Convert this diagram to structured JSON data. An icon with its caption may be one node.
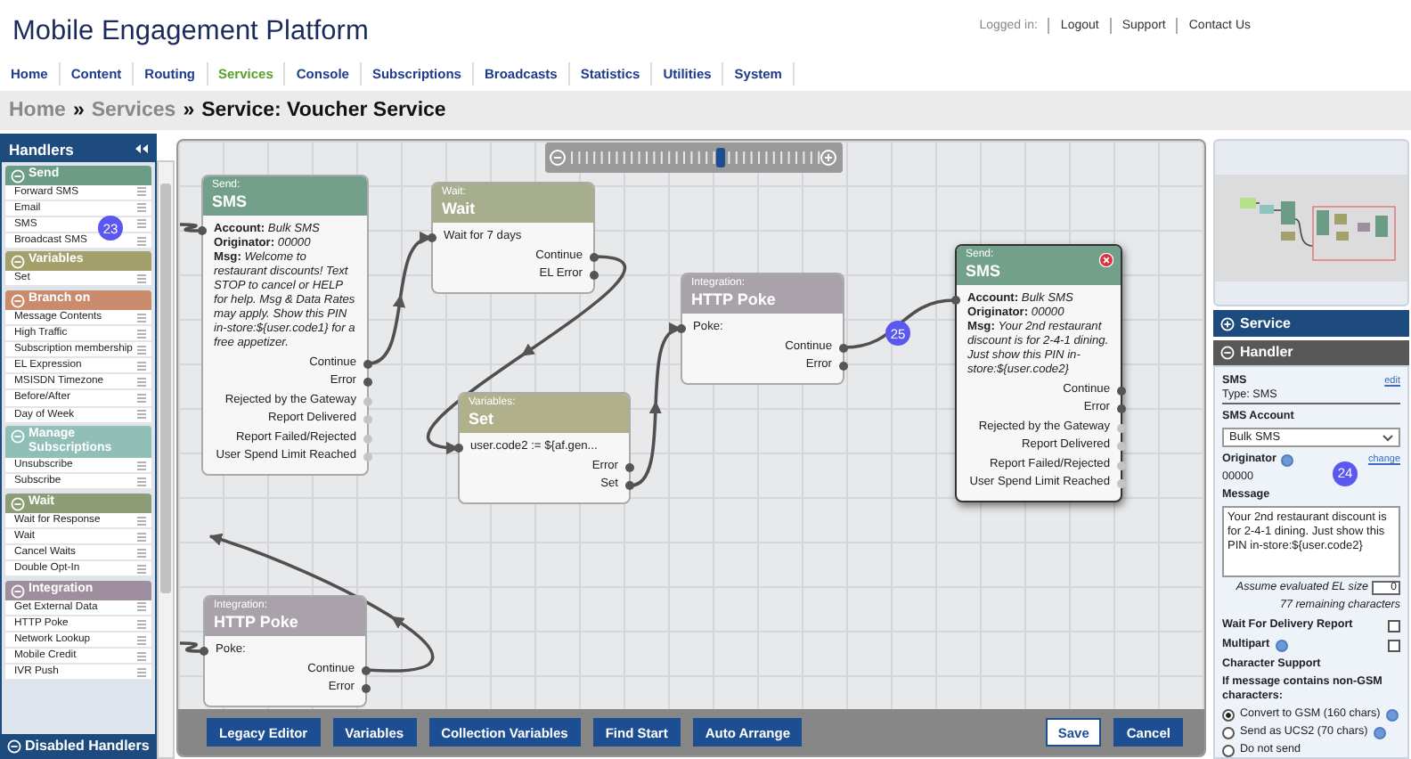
{
  "diagram": {
    "title": "Mobile Engagement Platform",
    "nodes": [
      {
        "text": [
          "Send:",
          "SMS",
          "**Account:** *Bulk SMS*",
          "**Originator:** *00000*",
          "**Msg:** *Welcome to restaurant discounts! Text STOP to cancel or HELP for help. Msg & Data Rates may apply. Show this PIN in-store:${user.code1} for a free appetizer.*",
          "Continue",
          "Error",
          "Rejected by the Gateway",
          "Report Delivered",
          "Report Failed/Rejected",
          "User Spend Limit Reached"
        ]
      },
      {
        "text": [
          "Wait:",
          "Wait",
          "Wait for 7 days",
          "Continue",
          "EL Error"
        ]
      },
      {
        "text": [
          "Variables:",
          "Set",
          "user.code2 := ${af.gen...",
          "Error",
          "Set"
        ]
      },
      {
        "text": [
          "Integration:",
          "HTTP Poke",
          "Poke:",
          "Continue",
          "Error"
        ]
      },
      {
        "text": [
          "Send:",
          "SMS",
          "**Account:** *Bulk SMS*",
          "**Originator:** *00000*",
          "**Msg:** *Your 2nd restaurant discount is for 2-4-1 dining. Just show this PIN in-store:${user.code2}*",
          "Continue",
          "Error",
          "Rejected by the Gateway",
          "Report Delivered",
          "Report Failed/Rejected",
          "User Spend Limit Reached"
        ]
      },
      {
        "text": [
          "Integration:",
          "HTTP Poke",
          "Poke:",
          "Continue",
          "Error"
        ]
      }
    ],
    "edges": [
      {
        "from": null,
        "to": 0,
        "arrow": "none"
      },
      {
        "from": 0,
        "to": 1,
        "arrow": "to"
      },
      {
        "from": 1,
        "to": 2,
        "arrow": "to"
      },
      {
        "from": 2,
        "to": 3,
        "arrow": "to"
      },
      {
        "from": 3,
        "to": 4,
        "arrow": "none"
      },
      {
        "from": null,
        "to": 5,
        "arrow": "none"
      },
      {
        "from": 5,
        "to": null,
        "arrow": "to"
      }
    ],
    "labels": [
      "Logged in:",
      "Logout",
      "Support",
      "Contact Us",
      "Home",
      "Content",
      "Routing",
      "Services",
      "Console",
      "Subscriptions",
      "Broadcasts",
      "Statistics",
      "Utilities",
      "System",
      "Home",
      "»",
      "Services",
      "»",
      "Service: Voucher Service",
      "Handlers",
      "Send",
      "Forward SMS",
      "Email",
      "SMS",
      "Broadcast SMS",
      "Variables",
      "Set",
      "Branch on",
      "Message Contents",
      "High Traffic",
      "Subscription membership",
      "EL Expression",
      "MSISDN Timezone",
      "Before/After",
      "Day of Week",
      "Manage Subscriptions",
      "Unsubscribe",
      "Subscribe",
      "Wait",
      "Wait for Response",
      "Wait",
      "Cancel Waits",
      "Double Opt-In",
      "Integration",
      "Get External Data",
      "HTTP Poke",
      "Network Lookup",
      "Mobile Credit",
      "IVR Push",
      "Disabled Handlers",
      "23",
      "Legacy Editor",
      "Variables",
      "Collection Variables",
      "Find Start",
      "Auto Arrange",
      "Save",
      "Cancel",
      "Service",
      "Handler",
      "SMS",
      "edit",
      "Type: SMS",
      "SMS Account",
      "Bulk SMS",
      "Originator",
      "change",
      "00000",
      "24",
      "Message",
      "Your 2nd restaurant discount is for 2-4-1 dining. Just show this PIN in-store:${user.code2}",
      "Assume evaluated EL size",
      "0",
      "77 remaining characters",
      "Wait For Delivery Report",
      "Multipart",
      "Character Support",
      "If message contains non-GSM characters:",
      "Convert to GSM (160 chars)",
      "Send as UCS2 (70 chars)",
      "Do not send",
      "25"
    ]
  }
}
